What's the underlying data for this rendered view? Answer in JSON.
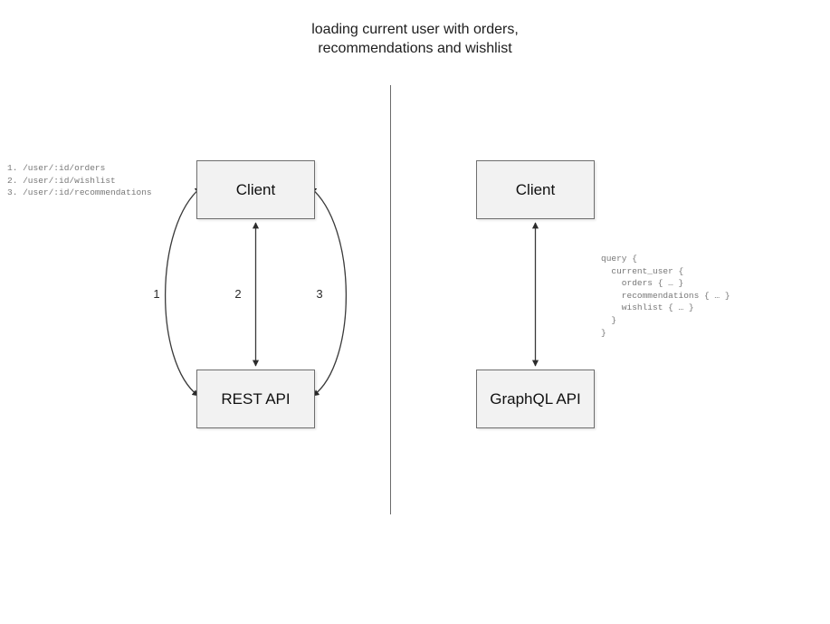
{
  "title": "loading current user with orders,\nrecommendations and wishlist",
  "divider": {
    "name": "vertical-divider"
  },
  "left_panel": {
    "client_label": "Client",
    "api_label": "REST API",
    "endpoints": "1. /user/:id/orders\n2. /user/:id/wishlist\n3. /user/:id/recommendations",
    "edges": [
      {
        "label": "1",
        "direction": "bidirectional",
        "shape": "curve-left"
      },
      {
        "label": "2",
        "direction": "bidirectional",
        "shape": "straight"
      },
      {
        "label": "3",
        "direction": "bidirectional",
        "shape": "curve-right"
      }
    ]
  },
  "right_panel": {
    "client_label": "Client",
    "api_label": "GraphQL API",
    "query": "query {\n  current_user {\n    orders { … }\n    recommendations { … }\n    wishlist { … }\n  }\n}",
    "edges": [
      {
        "label": "",
        "direction": "bidirectional",
        "shape": "straight"
      }
    ]
  },
  "colors": {
    "node_fill": "#f2f2f2",
    "node_border": "#6e6e6e",
    "edge_stroke": "#3a3a3a",
    "divider": "#6b6b6b",
    "code_text": "#777777",
    "title_text": "#1d1d1d",
    "background": "#ffffff"
  }
}
